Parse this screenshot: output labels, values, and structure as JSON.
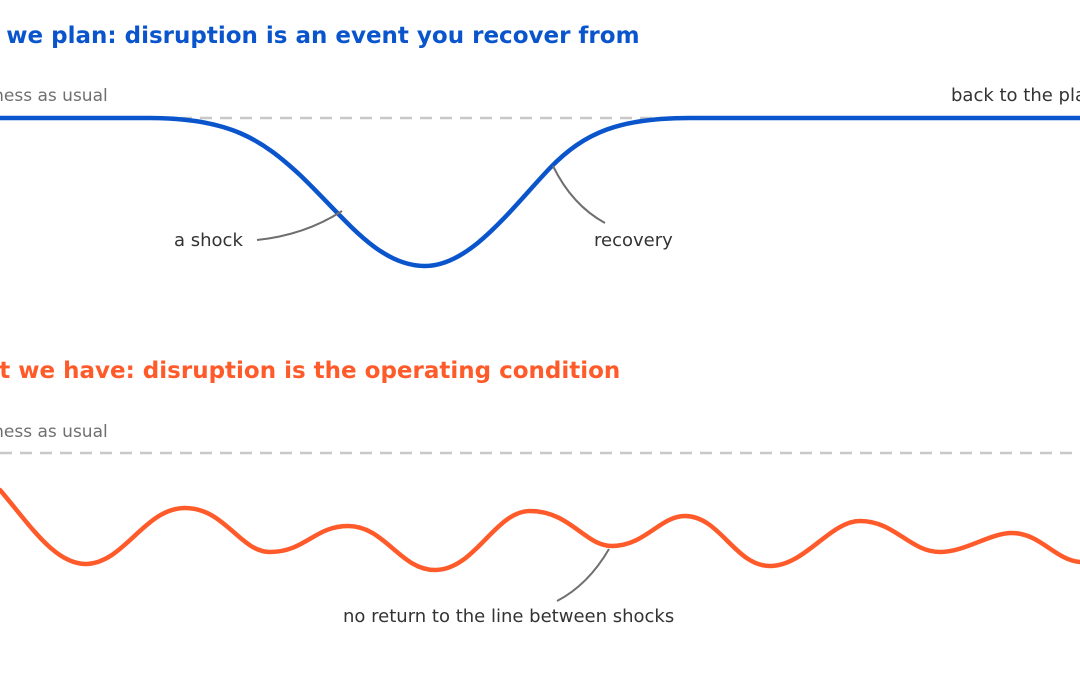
{
  "colors": {
    "plan": "#0a55cc",
    "reality": "#ff5a2a"
  },
  "plan_panel": {
    "title": "How we plan: disruption is an event you recover from",
    "baseline_label": "business as usual",
    "end_label": "back to the plan",
    "shock_label": "a shock",
    "recovery_label": "recovery"
  },
  "reality_panel": {
    "title": "What we have: disruption is the operating condition",
    "baseline_label": "business as usual",
    "note_label": "no return to the line between shocks"
  }
}
